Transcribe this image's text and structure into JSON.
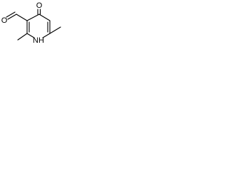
{
  "molecule": {
    "atoms": {
      "ketone_oxygen": "O",
      "aldehyde_oxygen": "O",
      "ring_nitrogen": "NH"
    }
  }
}
